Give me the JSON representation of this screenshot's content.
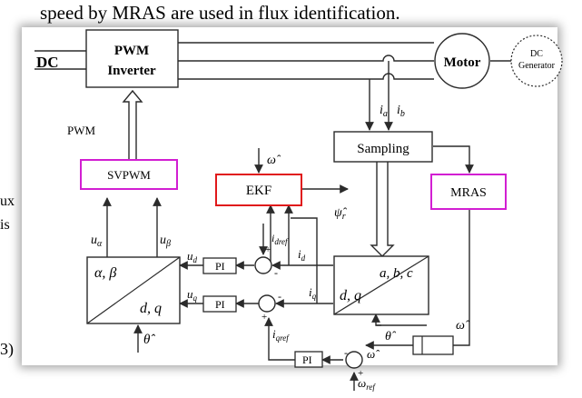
{
  "page": {
    "top_line": "speed by MRAS are used in flux identification.",
    "left_fragment_1": "ux",
    "left_fragment_2": "is",
    "left_fragment_3": "3)"
  },
  "diagram": {
    "dc_label": "DC",
    "inverter_line1": "PWM",
    "inverter_line2": "Inverter",
    "motor_label": "Motor",
    "generator_line1": "DC",
    "generator_line2": "Generator",
    "pwm_label": "PWM",
    "ia_label": "i",
    "ia_sub": "a",
    "ib_label": "i",
    "ib_sub": "b",
    "sampling_label": "Sampling",
    "svpwm_label": "SVPWM",
    "omega_hat_top": "ω̂",
    "ekf_label": "EKF",
    "psi_label": "ψ̂",
    "psi_sub": "r",
    "mras_label": "MRAS",
    "u_alpha": "u",
    "u_alpha_sub": "α",
    "u_beta": "u",
    "u_beta_sub": "β",
    "idref_label": "i",
    "idref_sub": "dref",
    "id_label": "i",
    "id_sub": "d",
    "ud_label": "u",
    "ud_sub": "d",
    "uq_label": "u",
    "uq_sub": "q",
    "iq_label": "i",
    "iq_sub": "q",
    "iqref_label": "i",
    "iqref_sub": "qref",
    "pi_label": "PI",
    "ab_label": "α, β",
    "dq_label": "d, q",
    "abc_label": "a, b, c",
    "theta_hat": "θ̂",
    "omega_hat": "ω̂",
    "omega_ref": "ω",
    "omega_ref_sub": "ref",
    "plus": "+",
    "minus": "-"
  },
  "colors": {
    "ekf_border": "#e0191b",
    "svpwm_border": "#d21fd2",
    "mras_border": "#d21fd2",
    "line": "#2b2b2b"
  }
}
